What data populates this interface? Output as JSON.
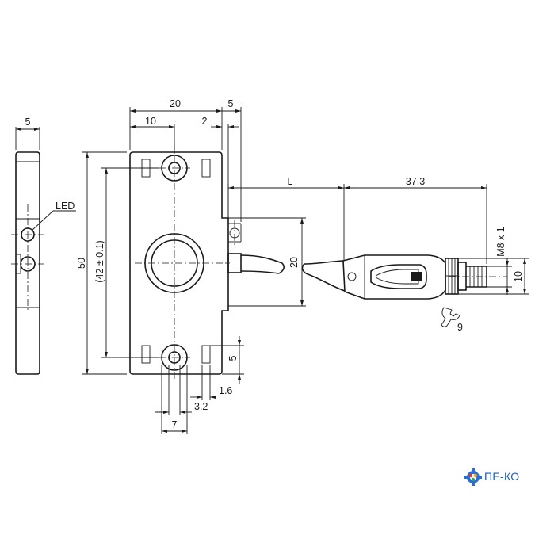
{
  "dimensions": {
    "side_width": "5",
    "top_width": "20",
    "top_offset": "5",
    "hole_pos": "10",
    "step": "2",
    "cable_length": "L",
    "connector_length": "37.3",
    "height_total": "50",
    "height_holes": "(42 ± 0.1)",
    "mid_height": "20",
    "thread": "M8 x 1",
    "connector_dia": "10",
    "wrench_size": "9",
    "bottom_5": "5",
    "dim_1_6": "1.6",
    "dim_3_2": "3.2",
    "dim_7": "7"
  },
  "labels": {
    "led": "LED"
  },
  "logo": {
    "text": "ПЕ-КО",
    "colors": [
      "#e23b2a",
      "#2a6fd6",
      "#f0a020",
      "#3aa84a"
    ]
  }
}
